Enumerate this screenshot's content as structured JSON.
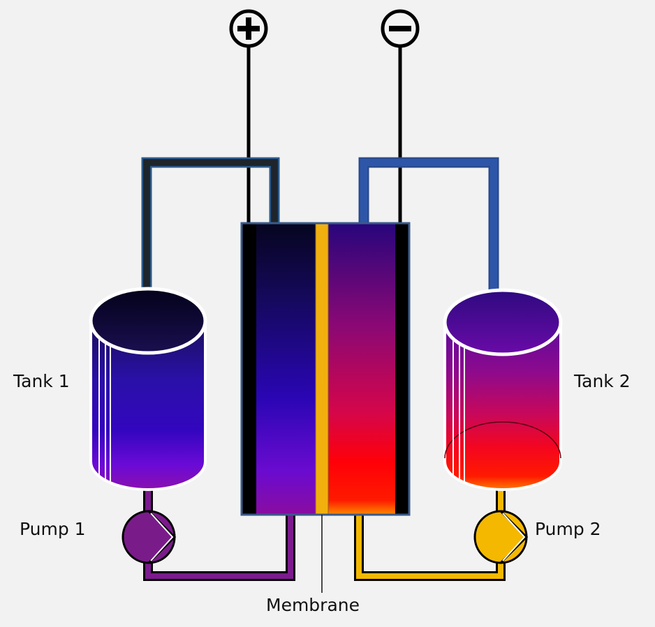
{
  "labels": {
    "tank1": "Tank 1",
    "tank2": "Tank 2",
    "pump1": "Pump 1",
    "pump2": "Pump 2",
    "membrane": "Membrane"
  },
  "terminals": {
    "positive": "plus-symbol",
    "negative": "minus-symbol"
  },
  "colors": {
    "background": "#f2f2f2",
    "left_pipe": "#1f252c",
    "right_pipe": "#2e4f9a",
    "pump1": "#7a1b8a",
    "pump2": "#f5b800",
    "membrane": "#f2b00f",
    "electrode": "#000000"
  }
}
